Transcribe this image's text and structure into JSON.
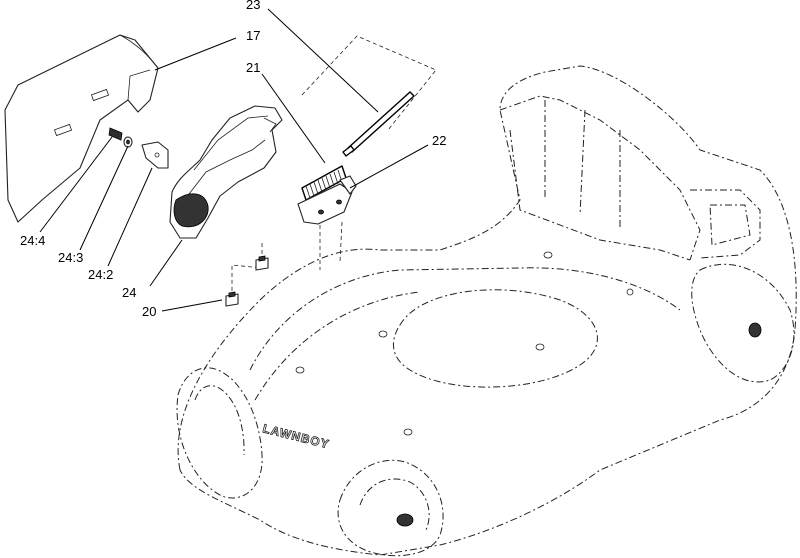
{
  "callouts": {
    "c23": "23",
    "c17": "17",
    "c21": "21",
    "c22": "22",
    "c24_4": "24:4",
    "c24_3": "24:3",
    "c24_2": "24:2",
    "c24": "24",
    "c20": "20"
  },
  "deck_brand": "LAWNBOY"
}
